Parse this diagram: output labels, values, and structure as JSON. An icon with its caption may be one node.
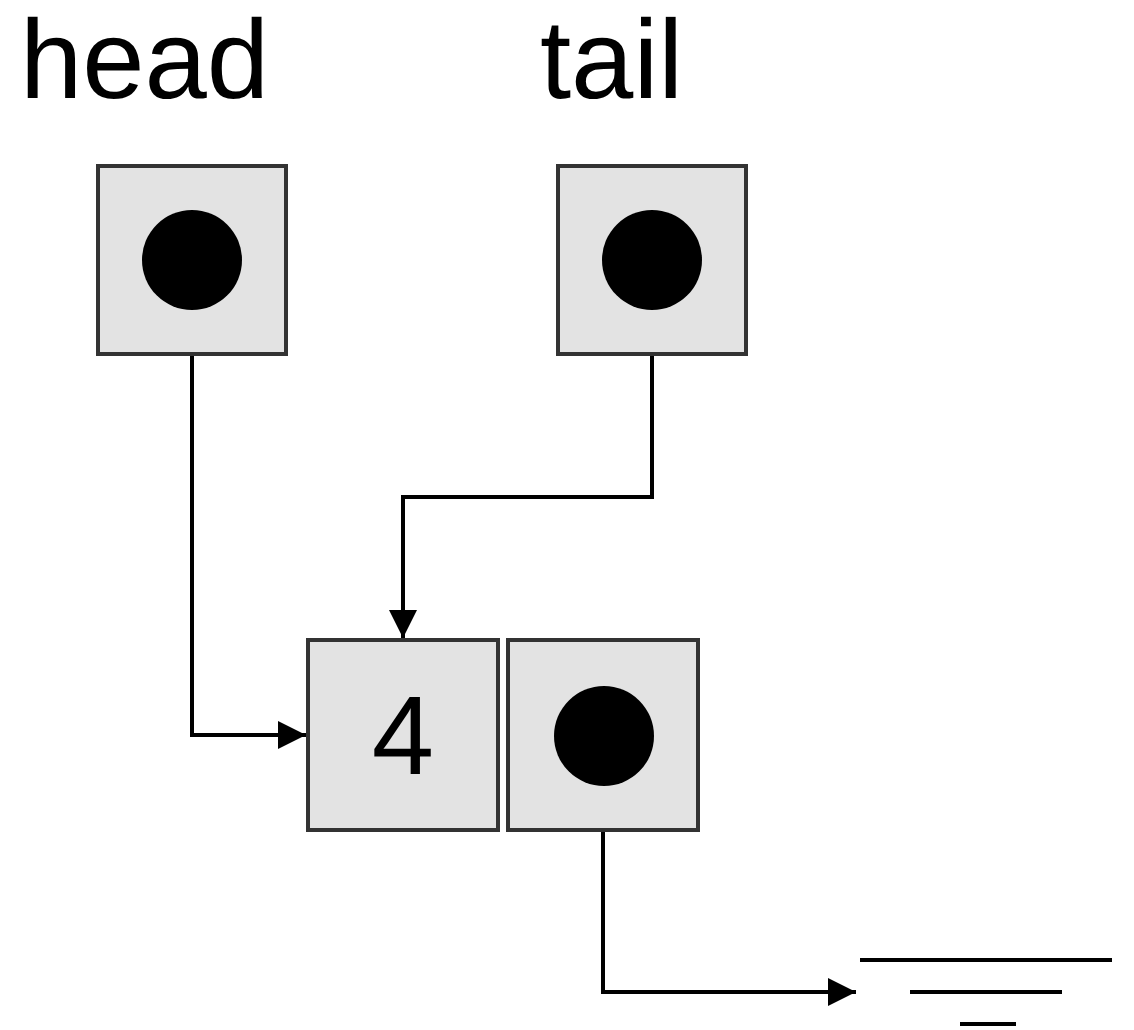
{
  "diagram": {
    "nodes": [
      {
        "text": [
          "head"
        ]
      },
      {
        "text": [
          "tail"
        ]
      },
      {
        "text": [
          "4"
        ]
      },
      {
        "text": [],
        "shape": "box"
      },
      {
        "text": [],
        "shape": "bar"
      }
    ],
    "edges": [
      {
        "from": 0,
        "to": 2,
        "arrow": "to"
      },
      {
        "from": 1,
        "to": 2,
        "arrow": "to"
      },
      {
        "from": 3,
        "to": 4,
        "arrow": "to"
      }
    ]
  }
}
